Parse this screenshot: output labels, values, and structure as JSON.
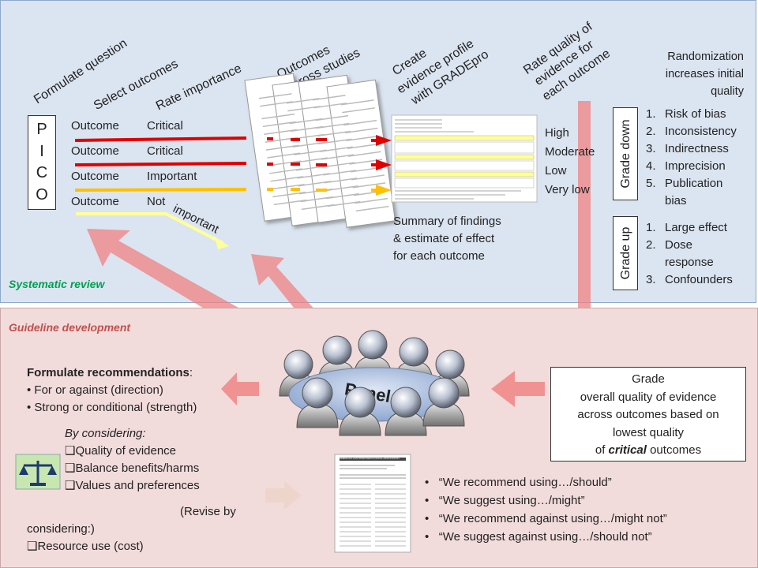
{
  "top_section": {
    "label": "Systematic review",
    "steps": {
      "formulate": "Formulate question",
      "select": "Select  outcomes",
      "rate_importance": "Rate importance",
      "outcomes_across_1": "Outcomes",
      "outcomes_across_2": "across studies",
      "create_1": "Create",
      "create_2": "evidence profile",
      "create_3": "with GRADEpro",
      "rate_quality_1": "Rate quality of",
      "rate_quality_2": "evidence for",
      "rate_quality_3": "each outcome"
    },
    "pico": [
      "P",
      "I",
      "C",
      "O"
    ],
    "outcomes": [
      {
        "label": "Outcome",
        "importance": "Critical",
        "color": "#e00000"
      },
      {
        "label": "Outcome",
        "importance": "Critical",
        "color": "#e00000"
      },
      {
        "label": "Outcome",
        "importance": "Important",
        "color": "#ffc000"
      },
      {
        "label": "Outcome",
        "importance": "Not",
        "importance_2": "important",
        "color": "#ffff99"
      }
    ],
    "summary": [
      "Summary of findings",
      "& estimate of effect",
      "for each outcome"
    ],
    "quality_levels": [
      "High",
      "Moderate",
      "Low",
      "Very low"
    ],
    "randomization": [
      "Randomization",
      "increases initial",
      "quality"
    ],
    "grade_down": {
      "label": "Grade  down",
      "items": [
        {
          "n": "1.",
          "text": "Risk of bias"
        },
        {
          "n": "2.",
          "text": "Inconsistency"
        },
        {
          "n": "3.",
          "text": "Indirectness"
        },
        {
          "n": "4.",
          "text": "Imprecision"
        },
        {
          "n": "5.",
          "text": "Publication",
          "text2": "bias"
        }
      ]
    },
    "grade_up": {
      "label": "Grade  up",
      "items": [
        {
          "n": "1.",
          "text": "Large effect"
        },
        {
          "n": "2.",
          "text": "Dose",
          "text2": "response"
        },
        {
          "n": "3.",
          "text": "Confounders"
        }
      ]
    }
  },
  "bottom_section": {
    "label": "Guideline development",
    "panel_label": "Panel",
    "formulate_title": "Formulate  recommendations",
    "formulate_colon": ":",
    "formulate_items": [
      "For or against (direction)",
      "Strong or conditional (strength)"
    ],
    "by_considering": "By considering:",
    "considering_items": [
      "Quality of evidence",
      "Balance benefits/harms",
      "Values and preferences"
    ],
    "revise": "(Revise by",
    "considering2": "considering:)",
    "resource": "Resource use (cost)",
    "grade_box": {
      "line1": "Grade",
      "line2": "overall quality  of  evidence",
      "line3": "across outcomes based on",
      "line4": "lowest quality",
      "line5_pre": "of ",
      "line5_em": "critical",
      "line5_post": " outcomes"
    },
    "journal_header": "AMERICAN GASTROENTEROLOGICAL ASSOCIATION",
    "recommendations": [
      "“We recommend using…/should”",
      "“We suggest using…/might”",
      "“We recommend against using…/might not”",
      "“We suggest against using…/should not”"
    ]
  },
  "colors": {
    "top_bg": "#dbe5f1",
    "bottom_bg": "#f2dcdb",
    "critical": "#e00000",
    "important": "#ffc000",
    "not_important": "#ffff99",
    "arrow_pink": "#f08080",
    "section_label_top": "#00a050",
    "section_label_bottom": "#c0504d"
  },
  "icons": [
    "scales-icon",
    "people-panel-icon",
    "document-icon",
    "study-page-icon"
  ]
}
